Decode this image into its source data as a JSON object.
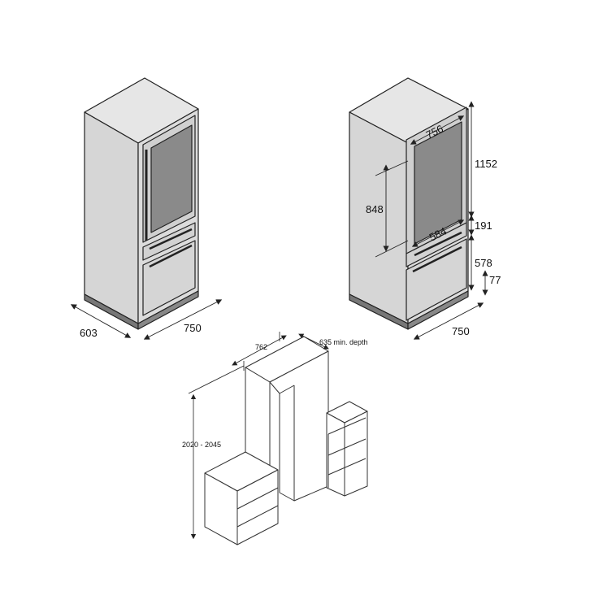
{
  "fridge_left": {
    "depth_label": "603",
    "width_label": "750"
  },
  "fridge_right": {
    "glass_width_label": "756",
    "glass_height_label": "848",
    "upper_height_label": "1152",
    "glass_lower_width_label": "584",
    "middle_height_label": "191",
    "lower_height_label": "578",
    "plinth_height_label": "77",
    "width_label": "750"
  },
  "installation": {
    "niche_width_label": "762",
    "depth_label": "635 min. depth",
    "height_label": "2020 - 2045"
  },
  "colors": {
    "line": "#222222",
    "panel": "#d9d9d9",
    "panel_dark": "#bdbdbd",
    "glass": "#8a8a8a"
  }
}
